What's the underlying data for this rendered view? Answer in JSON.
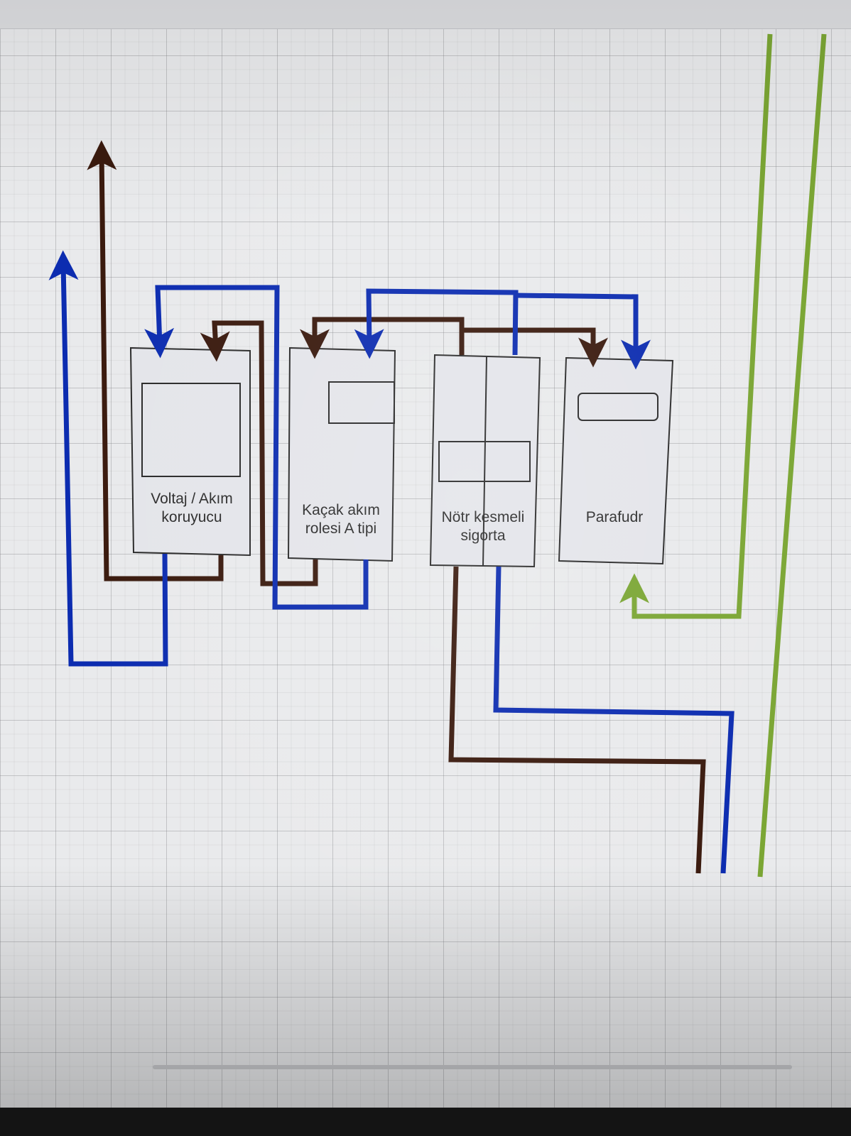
{
  "canvas": {
    "grid": true,
    "background": "#e9eaec"
  },
  "colors": {
    "phase_wire": "#3a1a0e",
    "neutral_wire": "#0c2cb0",
    "earth_wire": "#7ba634",
    "device_border": "#2a2a2a"
  },
  "devices": [
    {
      "id": "voltage-protector",
      "label": "Voltaj / Akım\nkoruyucu",
      "icon": "display-window"
    },
    {
      "id": "rcd",
      "label": "Kaçak akım\nrolesi A tipi",
      "icon": "small-window"
    },
    {
      "id": "neutral-breaker",
      "label": "Nötr kesmeli\nsigorta",
      "icon": "double-pole-window"
    },
    {
      "id": "surge-arrester",
      "label": "Parafudr",
      "icon": "rounded-window"
    }
  ],
  "wires": [
    {
      "color": "phase",
      "description": "brown"
    },
    {
      "color": "neutral",
      "description": "blue"
    },
    {
      "color": "earth",
      "description": "green"
    }
  ]
}
